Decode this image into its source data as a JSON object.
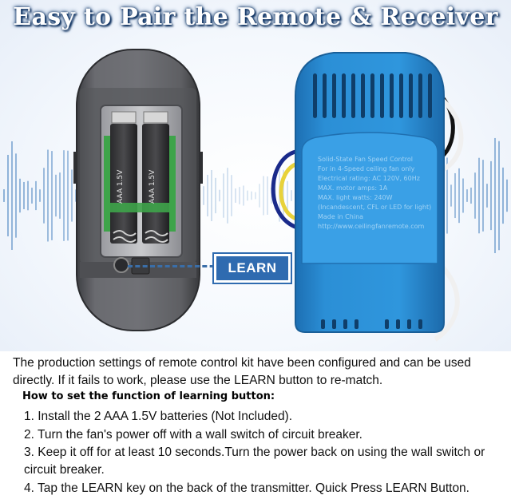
{
  "title": "Easy to Pair the Remote & Receiver",
  "learn_badge": "LEARN",
  "remote": {
    "battery_label_1": "AAA 1.5V",
    "battery_label_2": "AAA 1.5V"
  },
  "receiver": {
    "label_lines": [
      "Solid-State Fan Speed Control",
      "For in 4-Speed ceiling fan only",
      "Electrical rating: AC 120V, 60Hz",
      "MAX. motor amps: 1A",
      "MAX. light watts: 240W",
      "(Incandescent, CFL or LED for light)",
      "Made in China",
      "http://www.ceilingfanremote.com"
    ]
  },
  "intro_text": "The production settings of remote control kit have been configured and can be used directly. If it fails to work, please use the LEARN button to re-match.",
  "howto_heading": "How to set the function of learning button:",
  "steps": [
    "1. Install the 2 AAA 1.5V batteries (Not Included).",
    "2. Turn the fan's power off with a wall switch of circuit breaker.",
    "3. Keep it off for at least 10 seconds.Turn the power back on using the wall switch or circuit breaker.",
    "4. Tap the LEARN key on the back of the transmitter. Quick Press LEARN Button."
  ],
  "colors": {
    "remote_body": "#5f6064",
    "receiver_body": "#2b8fd6",
    "badge": "#2f6bb0",
    "title_shadow": "#0b2a55"
  }
}
